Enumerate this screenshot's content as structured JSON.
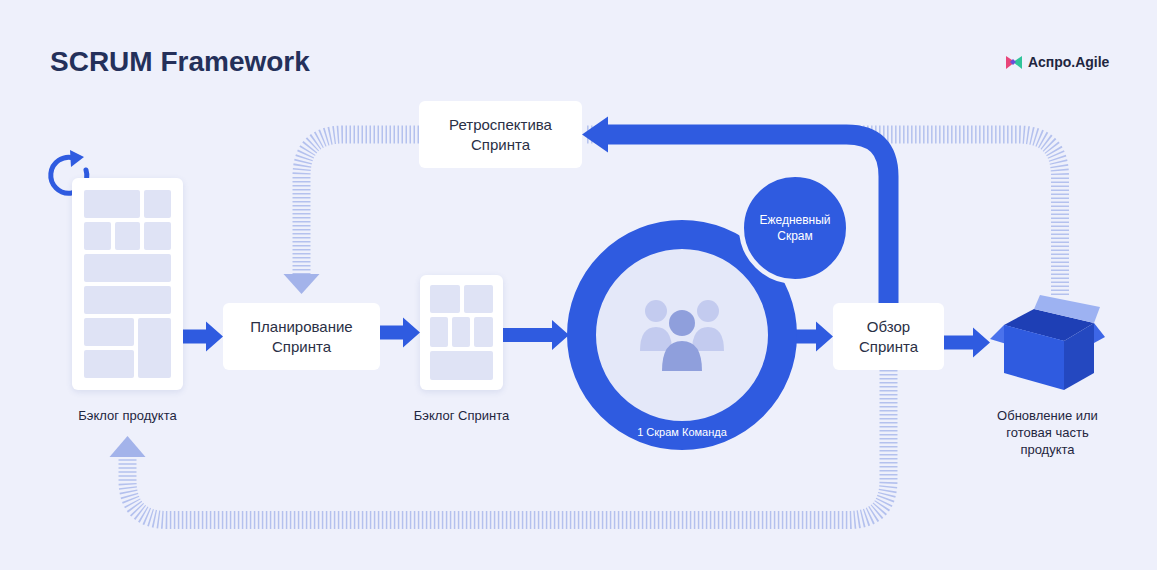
{
  "diagram": {
    "title": "SCRUM Framework",
    "nodes": [
      {
        "text": [
          "Бэклог продукта"
        ]
      },
      {
        "text": [
          "Ретроспектива Спринта"
        ]
      },
      {
        "text": [
          "Планирование Спринта"
        ]
      },
      {
        "text": [
          "Бэклог Спринта"
        ]
      },
      {
        "text": [
          "1 Скрам Команда"
        ]
      },
      {
        "text": [
          "Ежедневный Скрам"
        ]
      },
      {
        "text": [
          "Обзор Спринта"
        ]
      },
      {
        "text": [
          "Обновление или готовая часть продукта"
        ]
      }
    ],
    "edges": [
      {
        "from": 0,
        "to": 2,
        "arrow": "to"
      },
      {
        "from": 2,
        "to": 3,
        "arrow": "to"
      },
      {
        "from": 3,
        "to": 4,
        "arrow": "to"
      },
      {
        "from": 4,
        "to": 6,
        "arrow": "to"
      },
      {
        "from": 6,
        "to": 7,
        "arrow": "to"
      },
      {
        "from": 7,
        "to": 1,
        "arrow": "none"
      },
      {
        "from": 6,
        "to": 1,
        "arrow": "to"
      },
      {
        "from": 1,
        "to": 2,
        "arrow": "to"
      },
      {
        "from": 6,
        "to": 0,
        "arrow": "to"
      }
    ],
    "labels": [
      "Аспро.Agile"
    ]
  }
}
